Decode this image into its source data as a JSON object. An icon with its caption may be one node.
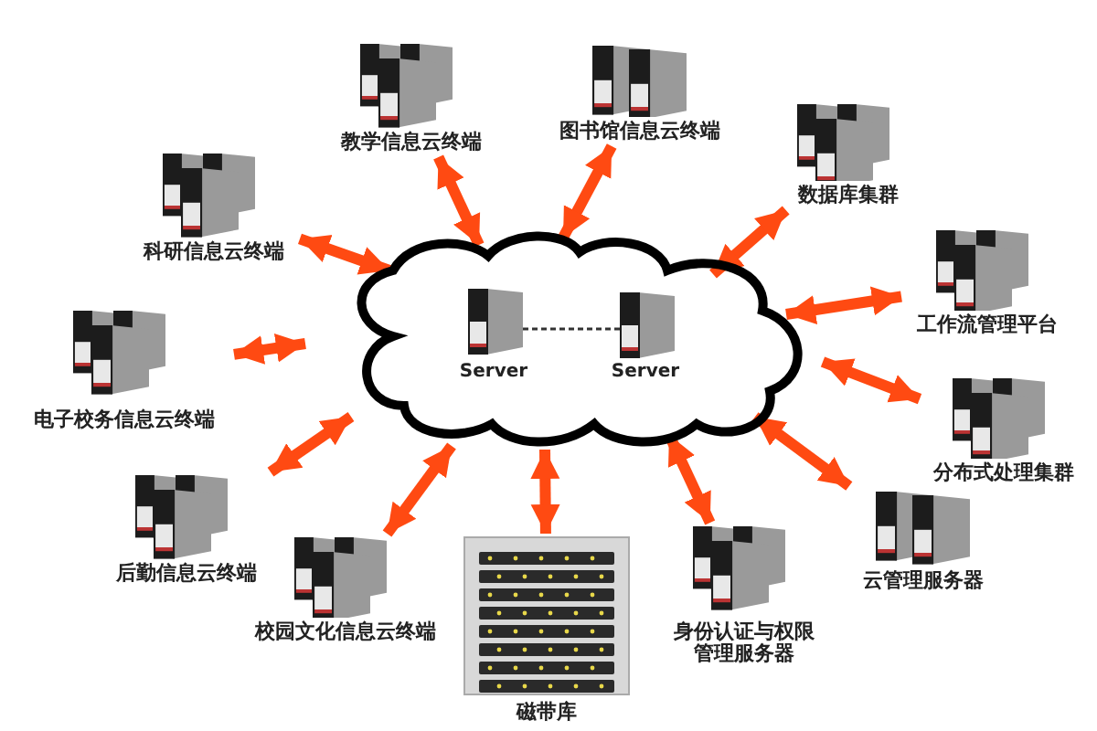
{
  "diagram": {
    "nodes": [
      {
        "text": [],
        "shape": "cloud"
      },
      {
        "text": [
          "Server"
        ],
        "in": 0
      },
      {
        "text": [
          "Server"
        ],
        "in": 0
      },
      {
        "text": [
          "教学信息云终端"
        ]
      },
      {
        "text": [
          "图书馆信息云终端"
        ]
      },
      {
        "text": [
          "科研信息云终端"
        ]
      },
      {
        "text": [
          "数据库集群"
        ]
      },
      {
        "text": [
          "工作流管理平台"
        ]
      },
      {
        "text": [
          "电子校务信息云终端"
        ]
      },
      {
        "text": [
          "分布式处理集群"
        ]
      },
      {
        "text": [
          "后勤信息云终端"
        ]
      },
      {
        "text": [
          "云管理服务器"
        ]
      },
      {
        "text": [
          "校园文化信息云终端"
        ]
      },
      {
        "text": [
          "身份认证与权限管理服务器"
        ]
      },
      {
        "text": [
          "磁带库"
        ]
      }
    ],
    "edges": [
      {
        "from": 1,
        "to": 2,
        "arrow": "none",
        "style": "dashed",
        "color": "#333333"
      },
      {
        "from": 0,
        "to": 3,
        "arrow": "both"
      },
      {
        "from": 0,
        "to": 4,
        "arrow": "both"
      },
      {
        "from": 0,
        "to": 5,
        "arrow": "both"
      },
      {
        "from": 0,
        "to": 6,
        "arrow": "both"
      },
      {
        "from": 0,
        "to": 7,
        "arrow": "both"
      },
      {
        "from": 0,
        "to": 8,
        "arrow": "both"
      },
      {
        "from": 0,
        "to": 9,
        "arrow": "both"
      },
      {
        "from": 0,
        "to": 10,
        "arrow": "both"
      },
      {
        "from": 0,
        "to": 11,
        "arrow": "both"
      },
      {
        "from": 0,
        "to": 12,
        "arrow": "both"
      },
      {
        "from": 0,
        "to": 13,
        "arrow": "both"
      },
      {
        "from": 0,
        "to": 14,
        "arrow": "both"
      }
    ]
  }
}
